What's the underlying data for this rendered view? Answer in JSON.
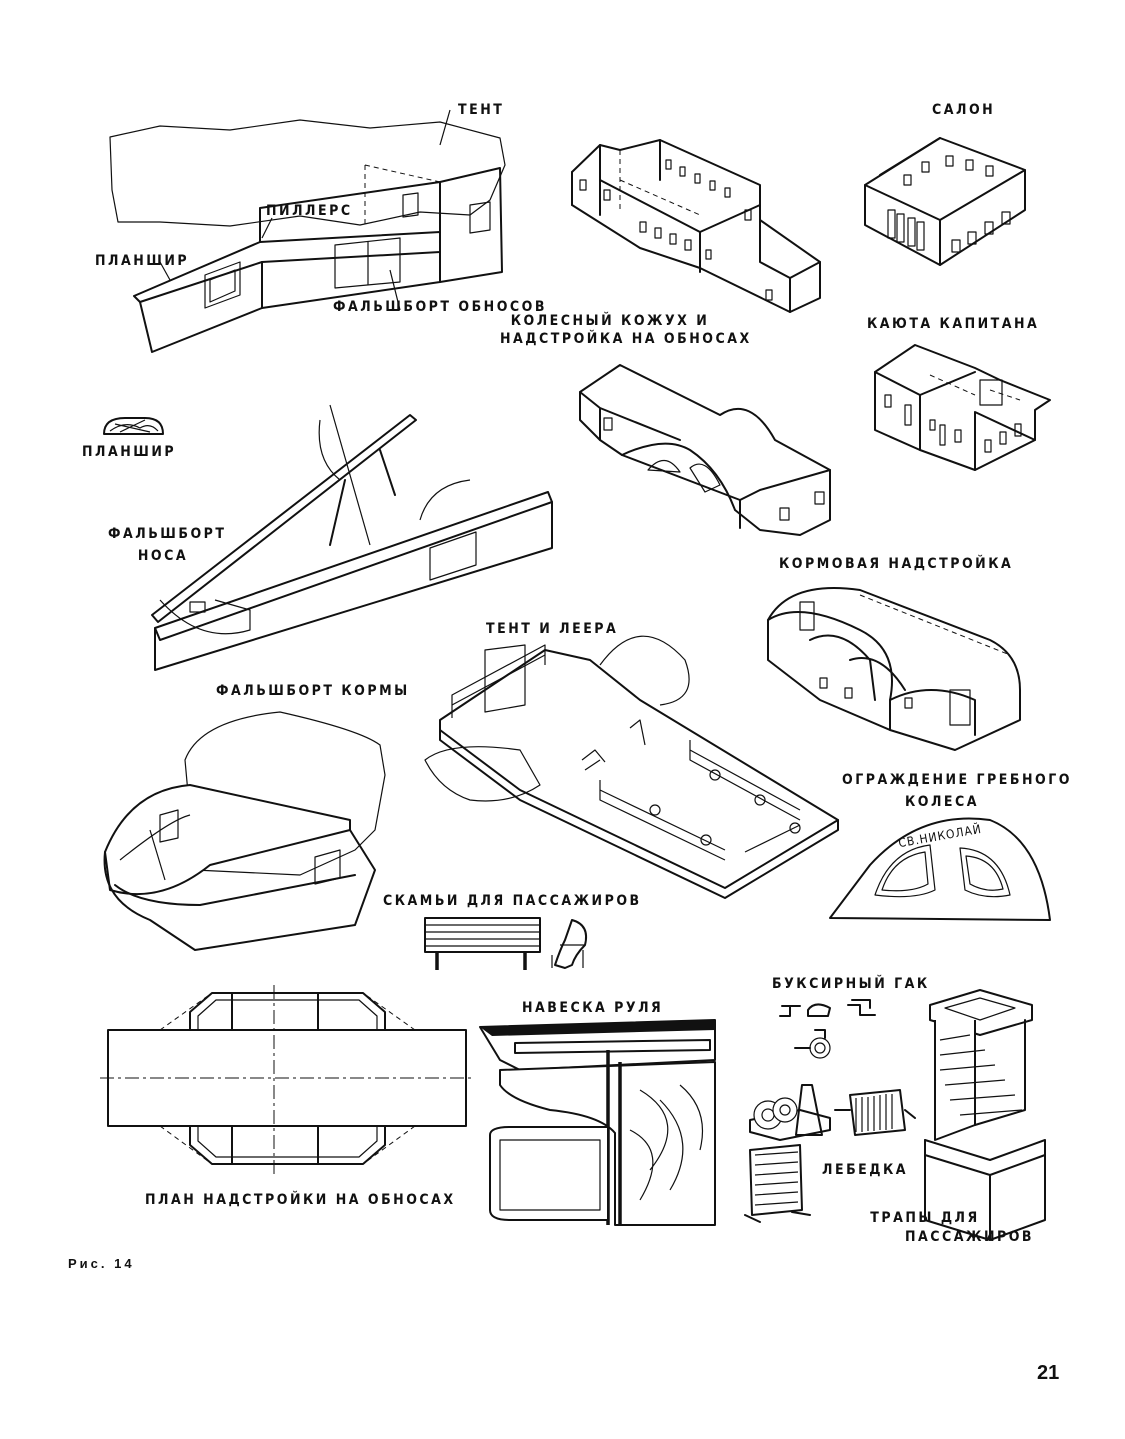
{
  "labels": {
    "tent": "ТЕНТ",
    "piller": "ПИЛЛЕРС",
    "planshir": "ПЛАНШИР",
    "falshbort_obnosov": "ФАЛЬШБОРТ ОБНОСОВ",
    "salon": "САЛОН",
    "wheel_box_line1": "КОЛЕСНЫЙ КОЖУХ И",
    "wheel_box_line2": "НАДСТРОЙКА НА ОБНОСАХ",
    "captain_cabin": "КАЮТА КАПИТАНА",
    "planshir_section": "ПЛАНШИР",
    "bow_bulwark_line1": "ФАЛЬШБОРТ",
    "bow_bulwark_line2": "НОСА",
    "stern_superstructure": "КОРМОВАЯ НАДСТРОЙКА",
    "tent_and_rails": "ТЕНТ И ЛЕЕРА",
    "stern_bulwark": "ФАЛЬШБОРТ КОРМЫ",
    "wheel_guard_line1": "ОГРАЖДЕНИЕ ГРЕБНОГО",
    "wheel_guard_line2": "КОЛЕСА",
    "wheel_guard_name": "СВ.НИКОЛАЙ",
    "passenger_benches": "СКАМЬИ ДЛЯ ПАССАЖИРОВ",
    "towing_hook": "БУКСИРНЫЙ ГАК",
    "rudder_hanging": "НАВЕСКА РУЛЯ",
    "winch": "ЛЕБЕДКА",
    "ladders_line1": "ТРАПЫ ДЛЯ",
    "ladders_line2": "ПАССАЖИРОВ",
    "plan_superstructure": "ПЛАН НАДСТРОЙКИ НА ОБНОСАХ"
  },
  "figure_caption": "Рис. 14",
  "page_number": "21"
}
